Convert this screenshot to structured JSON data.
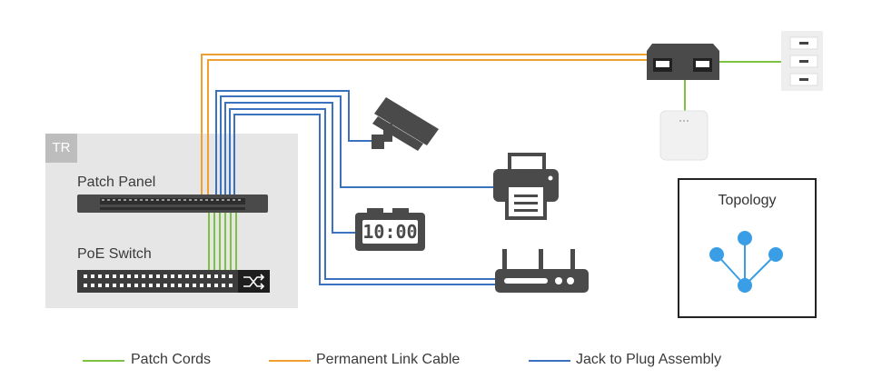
{
  "tr_label": "TR",
  "patch_panel_label": "Patch Panel",
  "poe_switch_label": "PoE Switch",
  "topology_label": "Topology",
  "clock_display": "10:00",
  "legend": [
    {
      "label": "Patch Cords",
      "color": "#7dc242"
    },
    {
      "label": "Permanent Link Cable",
      "color": "#f0a030"
    },
    {
      "label": "Jack to Plug Assembly",
      "color": "#3a72c0"
    }
  ],
  "colors": {
    "green": "#7dc242",
    "orange": "#f0a030",
    "blue": "#3a72c0",
    "device": "#4a4a4a",
    "topology": "#3a9ee6",
    "tr_background": "#e6e6e6"
  },
  "icons": [
    "security-camera-icon",
    "printer-icon",
    "digital-clock-icon",
    "router-icon",
    "wall-outlet-icon",
    "access-point-icon",
    "network-jack-icon",
    "topology-icon"
  ]
}
